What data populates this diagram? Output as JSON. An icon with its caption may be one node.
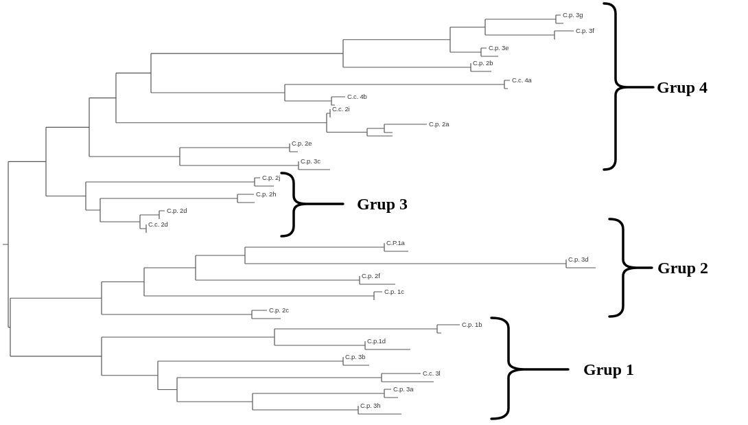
{
  "diagram": {
    "labels": [
      "C.p. 3g",
      "C.p. 3f",
      "C.p. 3e",
      "C.p. 2b",
      "C.c. 4a",
      "Grup 4",
      "C.c. 4b",
      "C.c. 2i",
      "C.p. 2a",
      "C.p. 2e",
      "C.p. 3c",
      "C.p. 2j",
      "C.p. 2h",
      "Grup 3",
      "C.p. 2d",
      "C.c. 2d",
      "C.P.1a",
      "C.p. 3d",
      "Grup 2",
      "C.p. 2f",
      "C.p. 1c",
      "C.p. 2c",
      "C.p. 1b",
      "C.p.1d",
      "C.p. 3b",
      "Grup 1",
      "C.c. 3l",
      "C.p. 3a",
      "C.p. 3h"
    ]
  }
}
